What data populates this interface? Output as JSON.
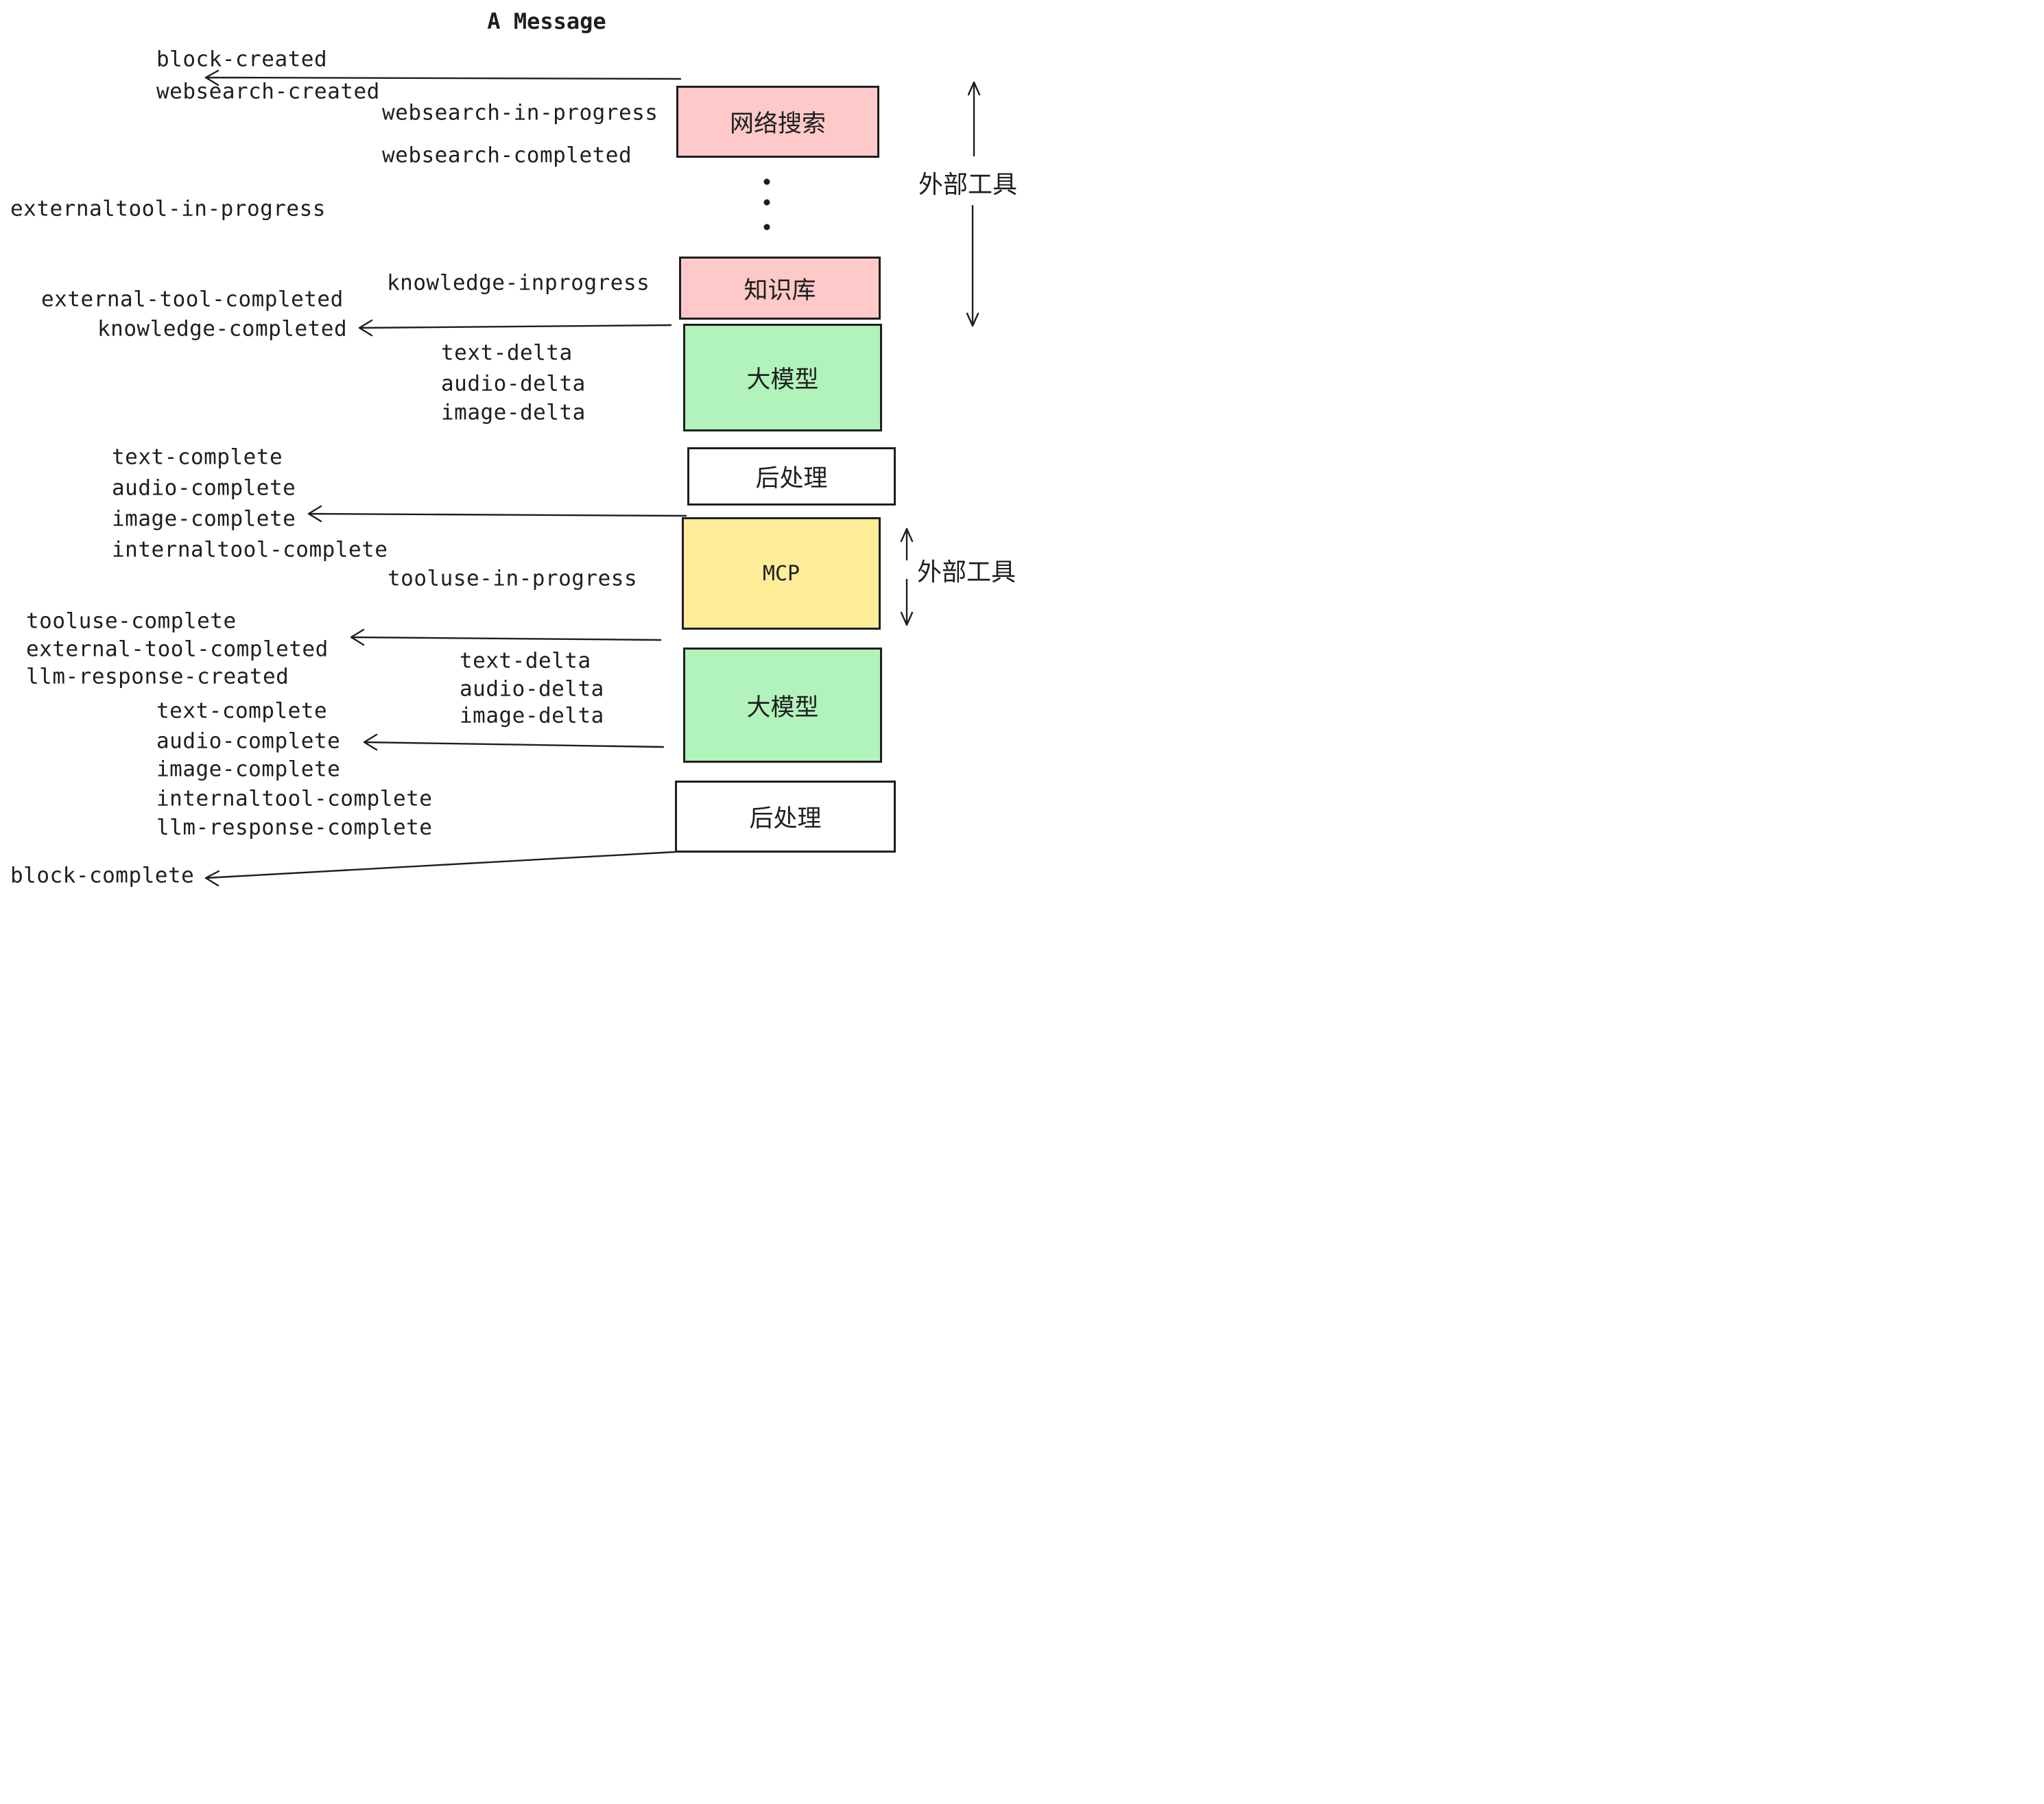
{
  "title": "A Message",
  "colors": {
    "line": "#1e1e1e",
    "pink": "#ffc9c9",
    "green": "#b2f2bb",
    "yellow": "#ffec99",
    "white": "#ffffff"
  },
  "boxes": {
    "websearch": {
      "label": "网络搜索"
    },
    "knowledge": {
      "label": "知识库"
    },
    "llm1": {
      "label": "大模型"
    },
    "post1": {
      "label": "后处理"
    },
    "mcp": {
      "label": "MCP"
    },
    "llm2": {
      "label": "大模型"
    },
    "post2": {
      "label": "后处理"
    }
  },
  "side_labels": {
    "external_tools_top": "外部工具",
    "external_tools_mid": "外部工具"
  },
  "events": {
    "block_created": "block-created",
    "websearch_created": "websearch-created",
    "websearch_in_progress": "websearch-in-progress",
    "websearch_completed": "websearch-completed",
    "externaltool_in_progress": "externaltool-in-progress",
    "knowledge_inprogress": "knowledge-inprogress",
    "external_tool_completed_1": "external-tool-completed",
    "knowledge_completed": "knowledge-completed",
    "text_delta_1": "text-delta",
    "audio_delta_1": "audio-delta",
    "image_delta_1": "image-delta",
    "text_complete_1": "text-complete",
    "audio_complete_1": "audio-complete",
    "image_complete_1": "image-complete",
    "internaltool_complete_1": "internaltool-complete",
    "tooluse_in_progress": "tooluse-in-progress",
    "tooluse_complete": "tooluse-complete",
    "external_tool_completed_2": "external-tool-completed",
    "llm_response_created": "llm-response-created",
    "text_delta_2": "text-delta",
    "audio_delta_2": "audio-delta",
    "image_delta_2": "image-delta",
    "text_complete_2": "text-complete",
    "audio_complete_2": "audio-complete",
    "image_complete_2": "image-complete",
    "internaltool_complete_2": "internaltool-complete",
    "llm_response_complete": "llm-response-complete",
    "block_complete": "block-complete"
  }
}
